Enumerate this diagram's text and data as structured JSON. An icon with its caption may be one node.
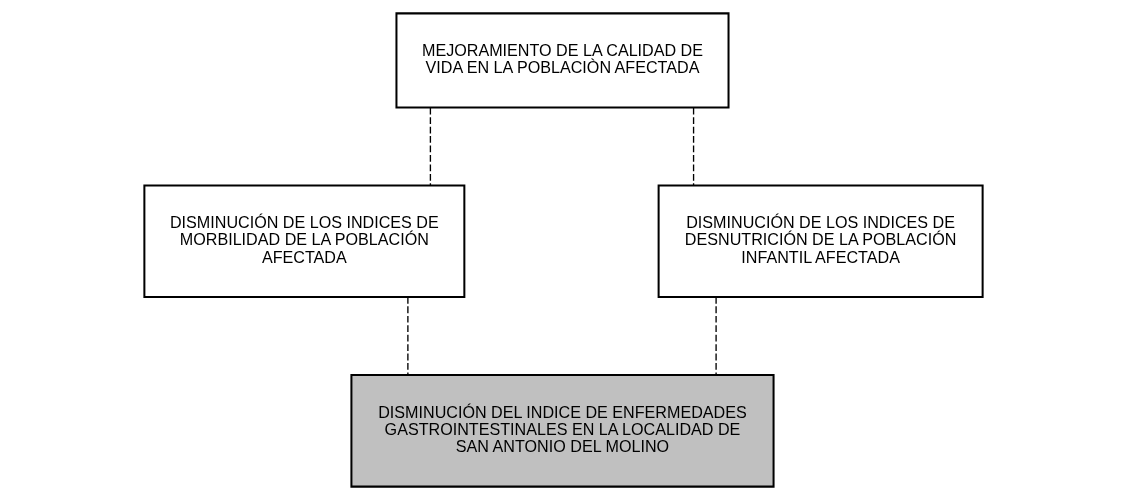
{
  "diagram": {
    "nodes": [
      {
        "text": [
          "MEJORAMIENTO DE LA CALIDAD DE VIDA EN LA POBLACIÒN AFECTADA"
        ]
      },
      {
        "text": [
          "DISMINUCIÓN DE LOS INDICES DE MORBILIDAD DE LA POBLACIÓN AFECTADA"
        ]
      },
      {
        "text": [
          "DISMINUCIÓN DE LOS INDICES DE DESNUTRICIÓN DE LA POBLACIÓN INFANTIL AFECTADA"
        ]
      },
      {
        "text": [
          "DISMINUCIÓN DEL INDICE DE ENFERMEDADES GASTROINTESTINALES EN LA LOCALIDAD DE SAN ANTONIO DEL MOLINO"
        ]
      }
    ],
    "edges": [
      {
        "from": 0,
        "to": 1,
        "arrow": "none",
        "style": "dashed"
      },
      {
        "from": 0,
        "to": 2,
        "arrow": "none",
        "style": "dashed"
      },
      {
        "from": 1,
        "to": 3,
        "arrow": "none",
        "style": "dashed"
      },
      {
        "from": 2,
        "to": 3,
        "arrow": "none",
        "style": "dashed"
      }
    ]
  }
}
